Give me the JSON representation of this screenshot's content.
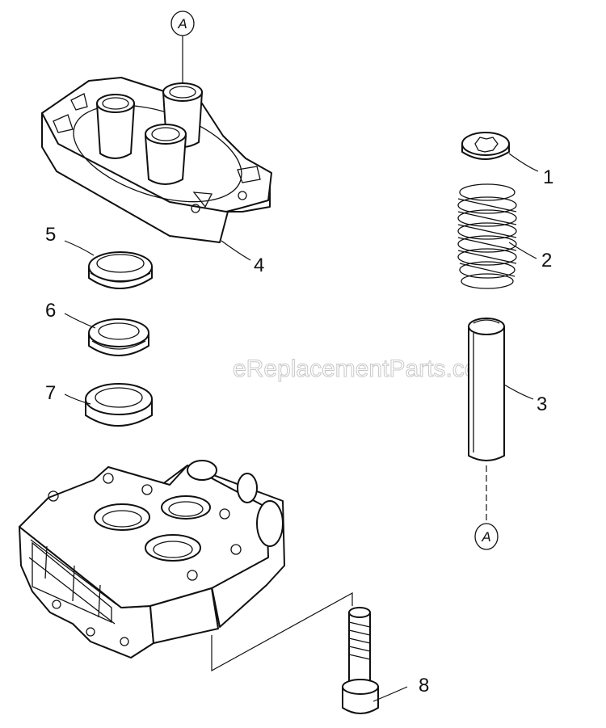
{
  "watermark": "eReplacementParts.com",
  "reference_marks": {
    "top": "A",
    "bottom": "A"
  },
  "callouts": {
    "c1": "1",
    "c2": "2",
    "c3": "3",
    "c4": "4",
    "c5": "5",
    "c6": "6",
    "c7": "7",
    "c8": "8"
  },
  "colors": {
    "line": "#111111",
    "watermark": "#c8c8c8",
    "background": "#ffffff"
  }
}
